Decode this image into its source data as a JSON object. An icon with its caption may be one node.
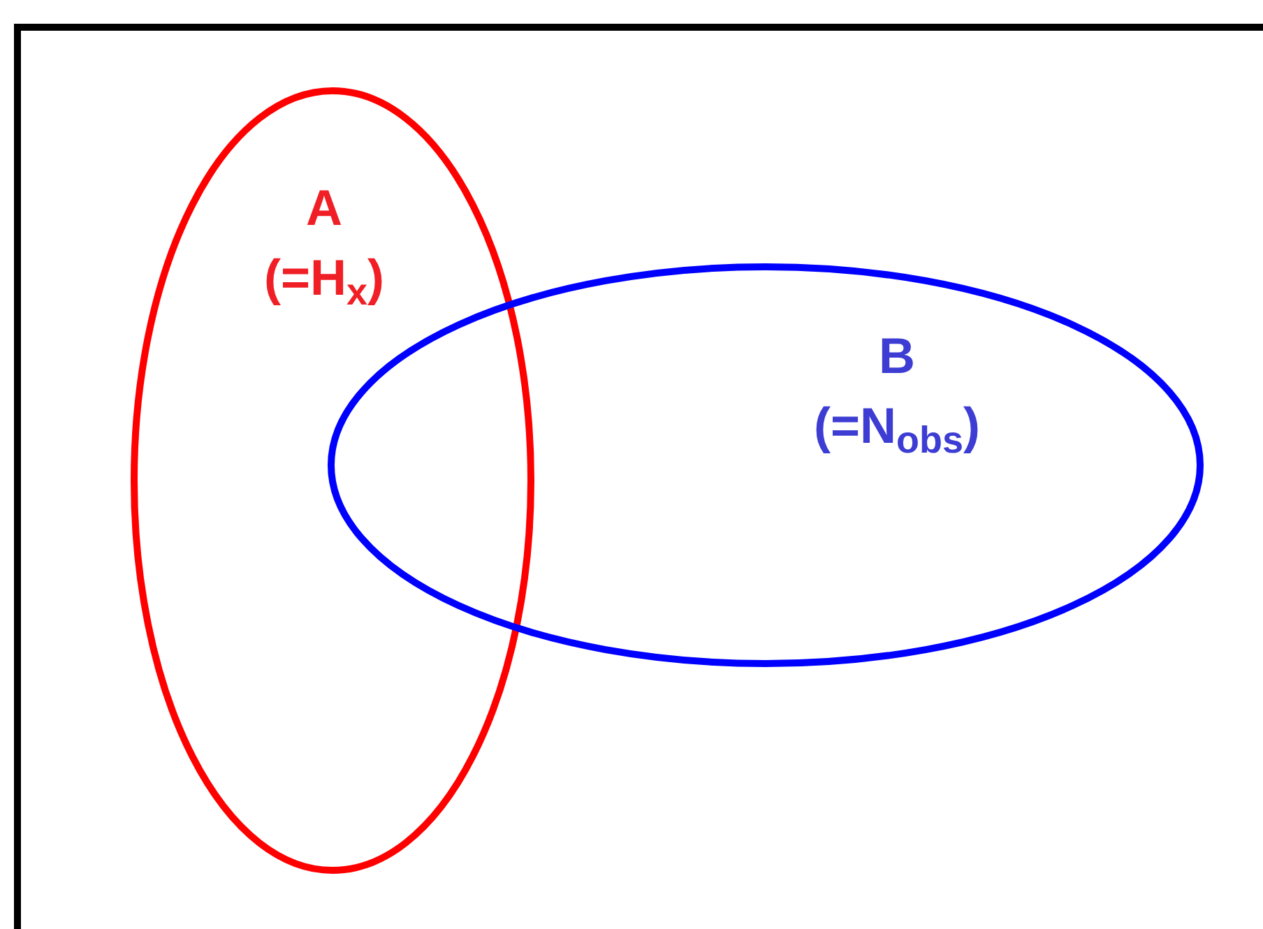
{
  "diagram": {
    "nodes": [
      {
        "text": [],
        "shape": "box"
      },
      {
        "text": [
          "A",
          "(=H$_{x}$)"
        ],
        "in": 0
      },
      {
        "text": [
          "B",
          "(=N$_{obs}$)"
        ],
        "in": 0
      }
    ]
  }
}
